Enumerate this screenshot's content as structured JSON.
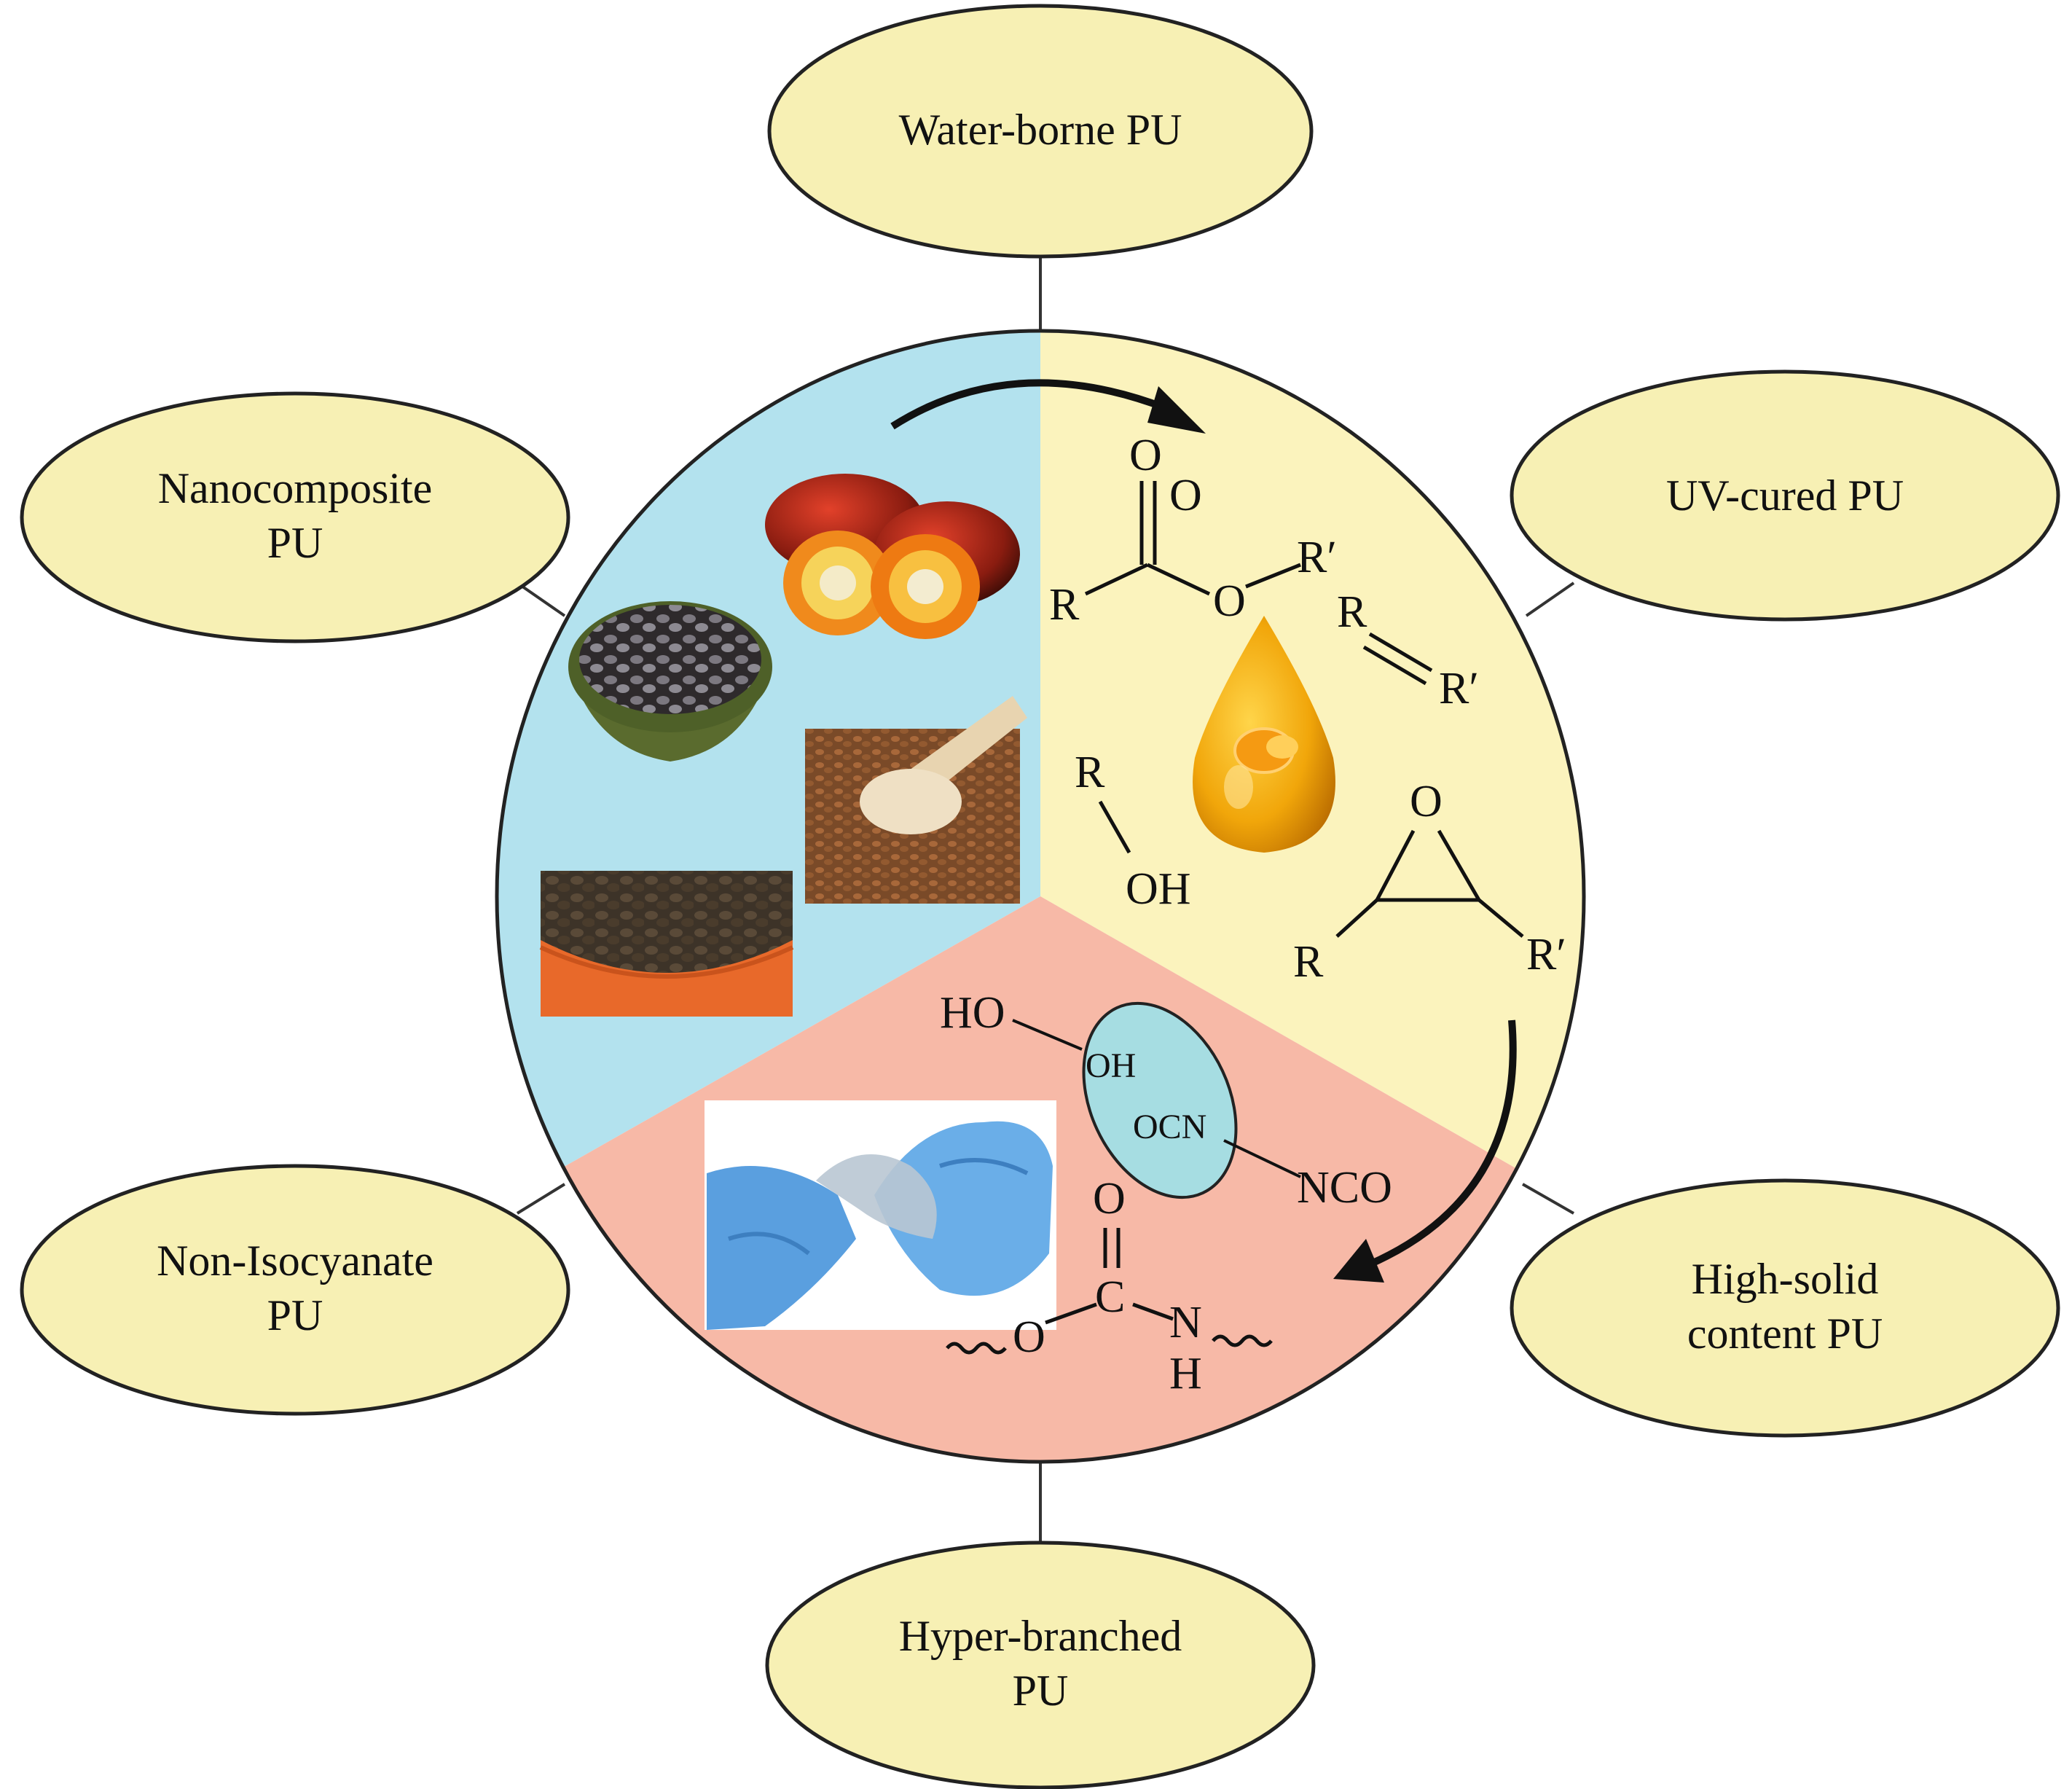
{
  "colors": {
    "ellipse_fill": "#f7f0b4",
    "blue_sector": "#b3e2ee",
    "yellow_sector": "#fbf3bd",
    "pink_sector": "#f7b9a7",
    "small_ellipse": "#a6dde2"
  },
  "ellipses": {
    "top": {
      "line1": "Water-borne PU",
      "line2": ""
    },
    "left_top": {
      "line1": "Nanocomposite",
      "line2": "PU"
    },
    "right_top": {
      "line1": "UV-cured PU",
      "line2": ""
    },
    "left_bottom": {
      "line1": "Non-Isocyanate",
      "line2": "PU"
    },
    "right_bottom": {
      "line1": "High-solid",
      "line2": "content PU"
    },
    "bottom": {
      "line1": "Hyper-branched",
      "line2": "PU"
    }
  },
  "chemistry": {
    "ester": {
      "o_top": "O",
      "o_right": "O",
      "r": "R",
      "o_bridge": "O",
      "r_prime": "R′"
    },
    "alkene": {
      "r": "R",
      "r_prime": "R′"
    },
    "alcohol": {
      "r": "R",
      "oh": "OH"
    },
    "epoxide": {
      "o": "O",
      "r": "R",
      "r_prime": "R′"
    },
    "polyol": {
      "ho": "HO",
      "oh": "OH",
      "ocn": "OCN",
      "nco": "NCO"
    },
    "urethane": {
      "o": "O",
      "c": "C",
      "o_left": "O",
      "n": "N",
      "h": "H"
    }
  }
}
